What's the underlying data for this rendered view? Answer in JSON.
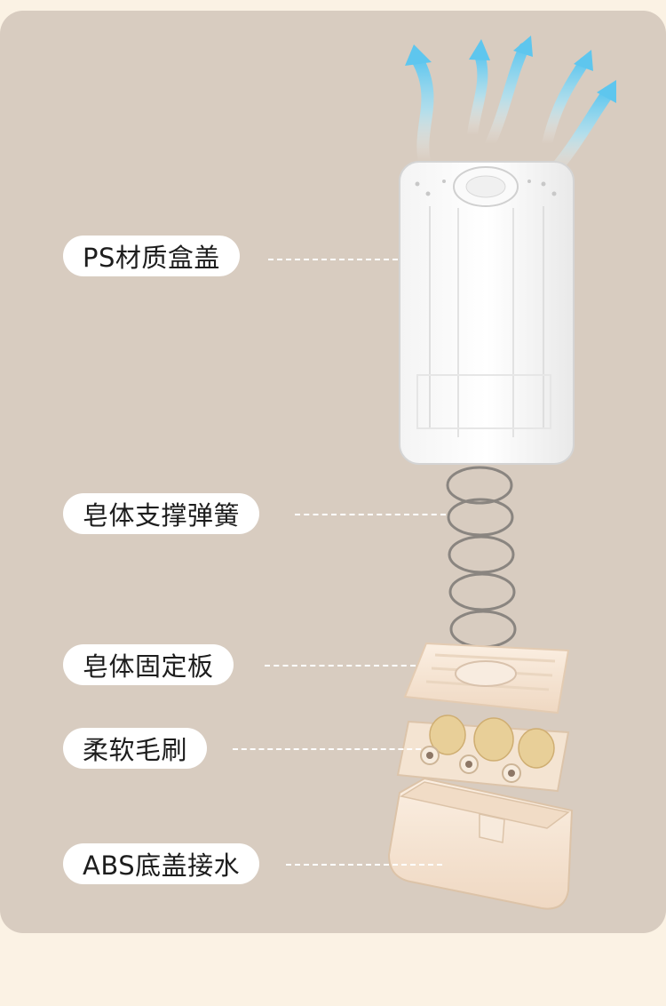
{
  "labels": [
    {
      "id": "ps-lid",
      "text": "PS材质盒盖"
    },
    {
      "id": "spring",
      "text": "皂体支撑弹簧"
    },
    {
      "id": "plate",
      "text": "皂体固定板"
    },
    {
      "id": "brush",
      "text": "柔软毛刷"
    },
    {
      "id": "base",
      "text": "ABS底盖接水"
    }
  ],
  "colors": {
    "page_background": "#fbf2e4",
    "card_background": "#d8ccc0",
    "label_background": "#ffffff",
    "arrow_blue": "#7fd0f0",
    "cream_parts": "#f6e3cf"
  },
  "icons": [
    "airflow-arrow-icon"
  ]
}
